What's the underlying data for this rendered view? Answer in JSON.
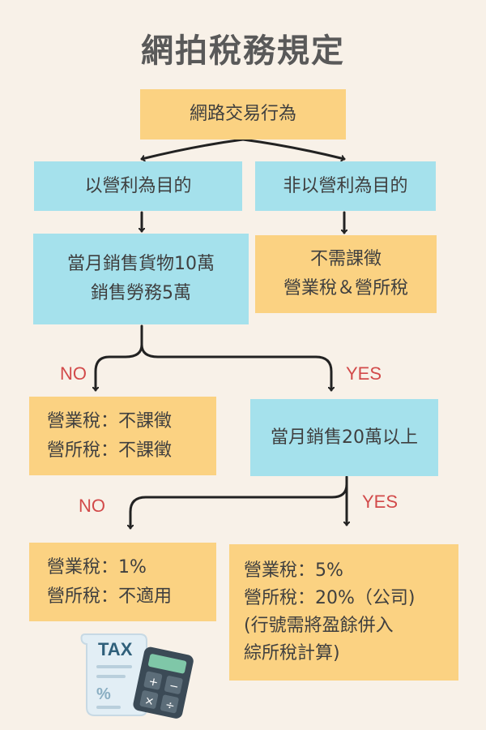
{
  "title": "網拍稅務規定",
  "nodes": {
    "start": "網路交易行為",
    "profit": "以營利為目的",
    "nonprofit": "非以營利為目的",
    "threshold": [
      "當月銷售貨物10萬",
      "銷售勞務5萬"
    ],
    "exempt": [
      "不需課徵",
      "營業稅＆營所稅"
    ],
    "no_tax": [
      "營業稅：不課徵",
      "營所稅：不課徵"
    ],
    "monthly20": "當月銷售20萬以上",
    "small": [
      "營業稅：1%",
      "營所稅：不適用"
    ],
    "large": [
      "營業稅：5%",
      "營所稅：20%（公司)",
      "(行號需將盈餘併入",
      "綜所稅計算)"
    ]
  },
  "labels": {
    "no1": "NO",
    "yes1": "YES",
    "no2": "NO",
    "yes2": "YES"
  },
  "icon": {
    "name": "tax-calculator-icon",
    "text": "TAX"
  },
  "colors": {
    "orange": "#fbd282",
    "blue": "#a5e1ec",
    "background": "#f8f1e8",
    "line": "#222222",
    "label": "#d24a4a"
  }
}
